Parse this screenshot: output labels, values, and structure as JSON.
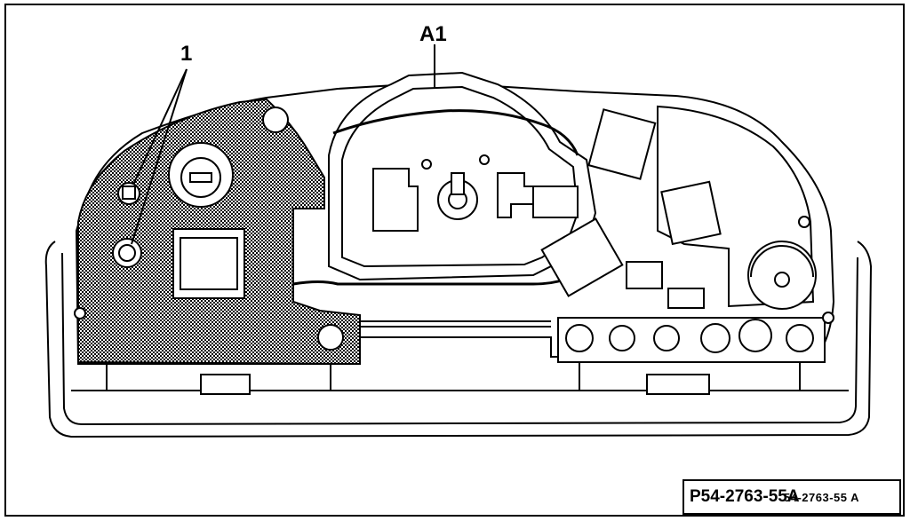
{
  "diagram": {
    "callouts": {
      "part_1": "1",
      "part_a1": "A1"
    },
    "reference_code": "P54-2763-55A",
    "reference_code_overlay": "54-2763-55 A"
  }
}
